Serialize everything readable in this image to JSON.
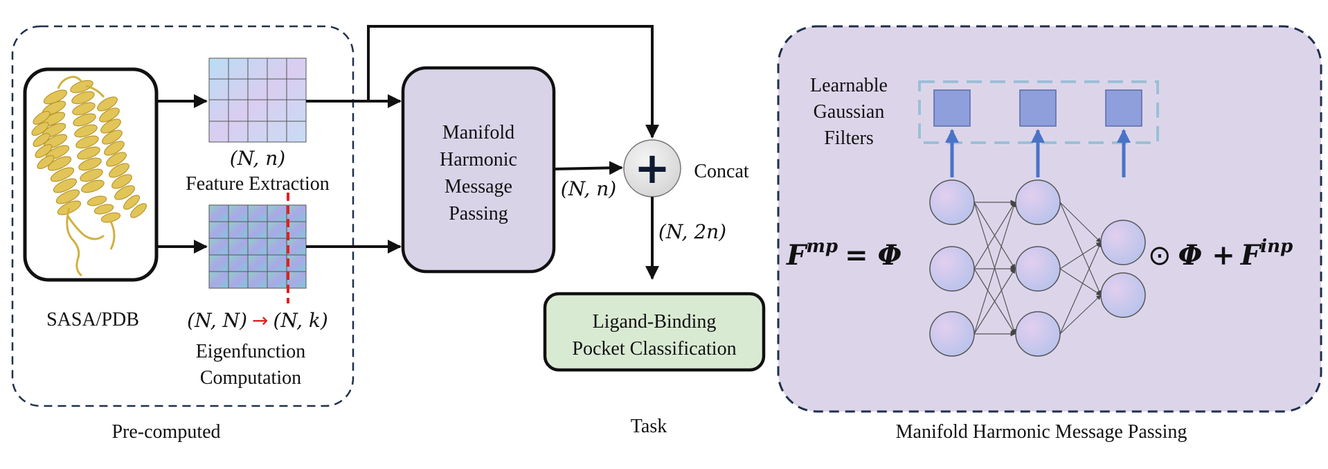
{
  "colors": {
    "region_border": "#1f2f4a",
    "mhmp_fill": "#d9d3e8",
    "mhmp_panel_fill": "#dcd5ea",
    "ligand_fill": "#d9ead3",
    "filter_fill": "#8e9fdb",
    "filter_box_border": "#9cbfd6",
    "arrow_blue": "#4a73c8",
    "red_cut": "#e02020",
    "node_fill": "#c8c8ee",
    "protein_gold": "#d9bb4a"
  },
  "precomputed": {
    "protein_icon": "protein-ribbon-structure",
    "sasa_label": "SASA/PDB",
    "feature_dim": "(N, n)",
    "feature_label": "Feature Extraction",
    "eigen_dim_from": "(N, N)",
    "eigen_arrow": "→",
    "eigen_dim_to": "(N, k)",
    "eigen_label_line1": "Eigenfunction",
    "eigen_label_line2": "Computation",
    "caption": "Pre-computed"
  },
  "mhmp_block": {
    "line1": "Manifold",
    "line2": "Harmonic",
    "line3": "Message",
    "line4": "Passing",
    "output_dim": "(N, n)"
  },
  "concat": {
    "symbol": "+",
    "label": "Concat",
    "output_dim": "(N, 2n)"
  },
  "task": {
    "line1": "Ligand-Binding",
    "line2": "Pocket Classification",
    "caption": "Task"
  },
  "panel": {
    "filters_line1": "Learnable",
    "filters_line2": "Gaussian",
    "filters_line3": "Filters",
    "lhs_F": "F",
    "lhs_sup": "mp",
    "eq": "= Φ",
    "odot": "⊙",
    "rhs_phi": "Φ +",
    "rhs_F": "F",
    "rhs_sup": "inp",
    "caption": "Manifold Harmonic Message Passing"
  }
}
